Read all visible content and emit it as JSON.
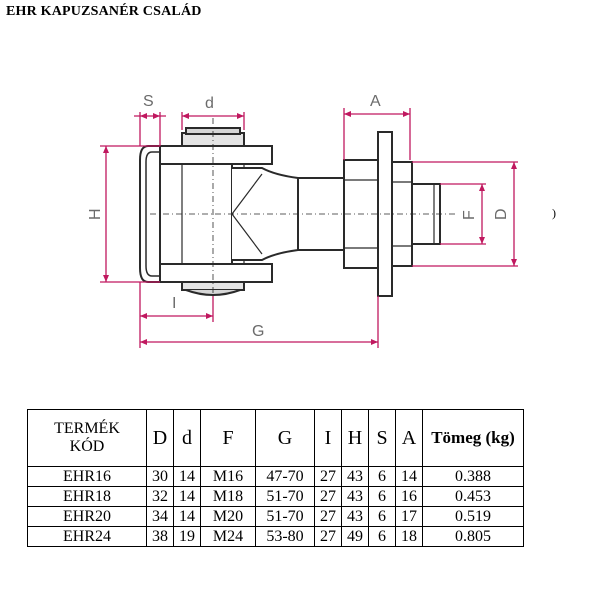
{
  "title": "EHR KAPUZSANÉR CSALÁD",
  "edge_mark": ")",
  "drawing": {
    "labels": {
      "S": "S",
      "d": "d",
      "A": "A",
      "H": "H",
      "F": "F",
      "D": "D",
      "I": "I",
      "G": "G"
    },
    "colors": {
      "outline": "#2a2a2a",
      "dimension": "#c0185f",
      "label": "#6b6b6b",
      "fill": "#e4e4e4"
    }
  },
  "table": {
    "headers": {
      "code_line1": "TERMÉK",
      "code_line2": "KÓD",
      "D": "D",
      "d": "d",
      "F": "F",
      "G": "G",
      "I": "I",
      "H": "H",
      "S": "S",
      "A": "A",
      "weight": "Tömeg (kg)"
    },
    "rows": [
      {
        "code": "EHR16",
        "D": "30",
        "d": "14",
        "F": "M16",
        "G": "47-70",
        "I": "27",
        "H": "43",
        "S": "6",
        "A": "14",
        "weight": "0.388"
      },
      {
        "code": "EHR18",
        "D": "32",
        "d": "14",
        "F": "M18",
        "G": "51-70",
        "I": "27",
        "H": "43",
        "S": "6",
        "A": "16",
        "weight": "0.453"
      },
      {
        "code": "EHR20",
        "D": "34",
        "d": "14",
        "F": "M20",
        "G": "51-70",
        "I": "27",
        "H": "43",
        "S": "6",
        "A": "17",
        "weight": "0.519"
      },
      {
        "code": "EHR24",
        "D": "38",
        "d": "19",
        "F": "M24",
        "G": "53-80",
        "I": "27",
        "H": "49",
        "S": "6",
        "A": "18",
        "weight": "0.805"
      }
    ]
  }
}
